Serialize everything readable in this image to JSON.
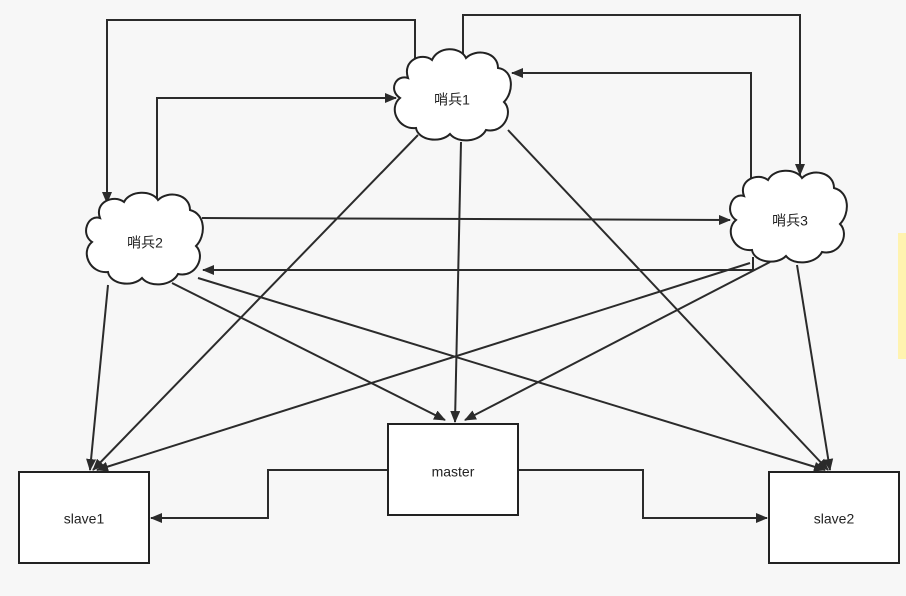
{
  "nodes": {
    "sentinel1": {
      "label": "哨兵1"
    },
    "sentinel2": {
      "label": "哨兵2"
    },
    "sentinel3": {
      "label": "哨兵3"
    },
    "master": {
      "label": "master"
    },
    "slave1": {
      "label": "slave1"
    },
    "slave2": {
      "label": "slave2"
    }
  },
  "colors": {
    "stroke": "#2b2b2b",
    "node_fill": "#ffffff",
    "background": "#f7f7f7",
    "side_indicator": "#fff3b0"
  }
}
